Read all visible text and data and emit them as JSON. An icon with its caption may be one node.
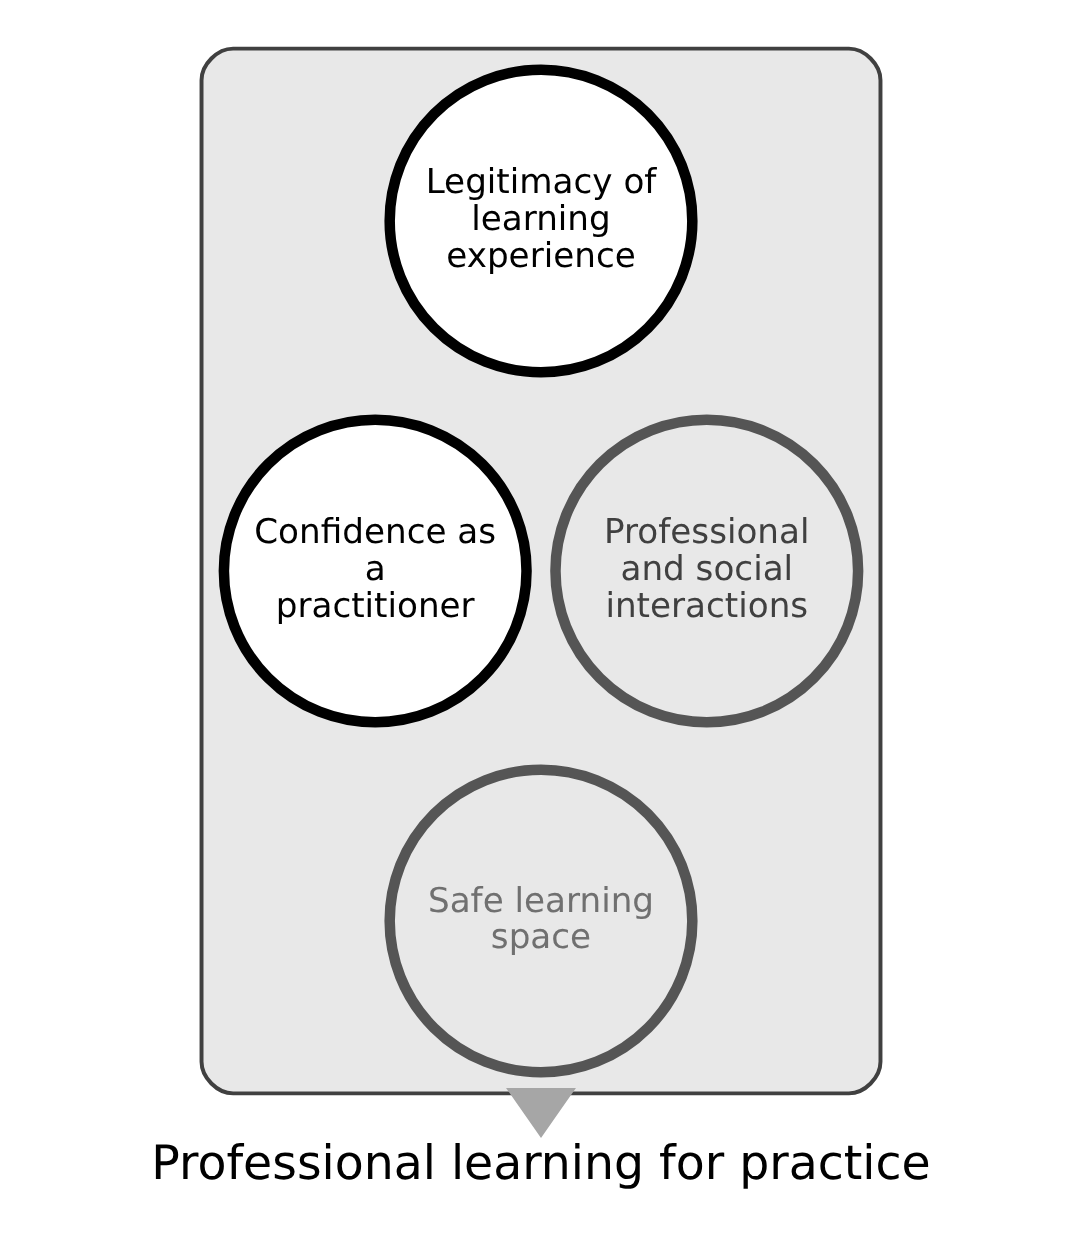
{
  "diagram": {
    "nodes": [
      {
        "text": [],
        "shape": "funnel"
      },
      {
        "text": [
          "Legitimacy of learning experience"
        ],
        "in": 0
      },
      {
        "text": [
          "Confidence as a practitioner"
        ],
        "in": 0
      },
      {
        "text": [
          "Professional and social interactions"
        ],
        "in": 0
      },
      {
        "text": [
          "Safe learning space"
        ],
        "in": 0
      },
      {
        "text": [
          "Professional learning for practice"
        ]
      }
    ],
    "edges": [
      {
        "from": 0,
        "to": 5,
        "arrow": "to",
        "style": "thick",
        "color": "#a6a6a6"
      }
    ]
  }
}
